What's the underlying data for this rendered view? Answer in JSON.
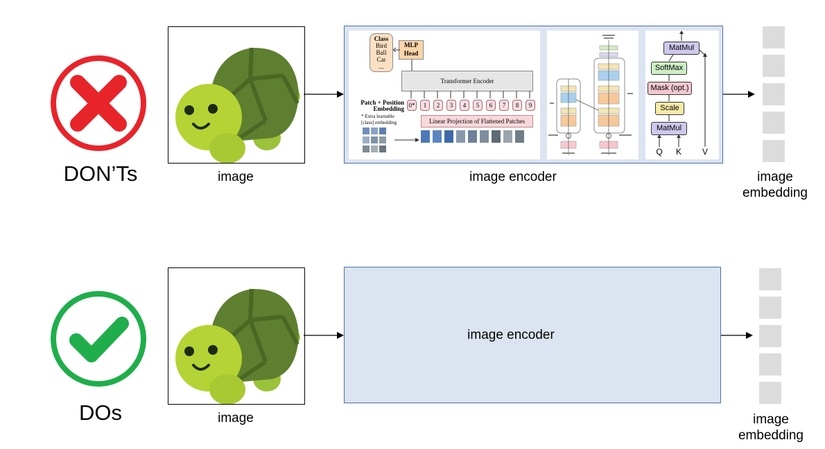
{
  "row_dont": {
    "label": "DON’Ts",
    "image_caption": "image",
    "encoder_caption": "image encoder",
    "embedding_caption_line1": "image",
    "embedding_caption_line2": "embedding",
    "icon": "cross-icon",
    "icon_color": "#e8242b",
    "vit": {
      "class_label": "Class",
      "class_items": [
        "Bird",
        "Ball",
        "Car",
        "..."
      ],
      "mlp_head": "MLP Head",
      "transformer_encoder": "Transformer Encoder",
      "patch_embedding": "Patch + Position Embedding",
      "extra_note": "* Extra learnable [class] embedding",
      "linear_projection": "Linear Projection of Flattened Patches",
      "tokens": [
        "0*",
        "1",
        "2",
        "3",
        "4",
        "5",
        "6",
        "7",
        "8",
        "9"
      ]
    },
    "attention": {
      "blocks": [
        "MatMul",
        "SoftMax",
        "Mask (opt.)",
        "Scale",
        "MatMul"
      ],
      "inputs": [
        "Q",
        "K",
        "V"
      ]
    }
  },
  "row_do": {
    "label": "DOs",
    "image_caption": "image",
    "encoder_label": "image encoder",
    "embedding_caption_line1": "image",
    "embedding_caption_line2": "embedding",
    "icon": "check-icon",
    "icon_color": "#1fae4b"
  },
  "colors": {
    "encoder_fill": "#dce3f1",
    "encoder_border": "#4a6fae",
    "embedding_block": "#dcdcdc"
  }
}
